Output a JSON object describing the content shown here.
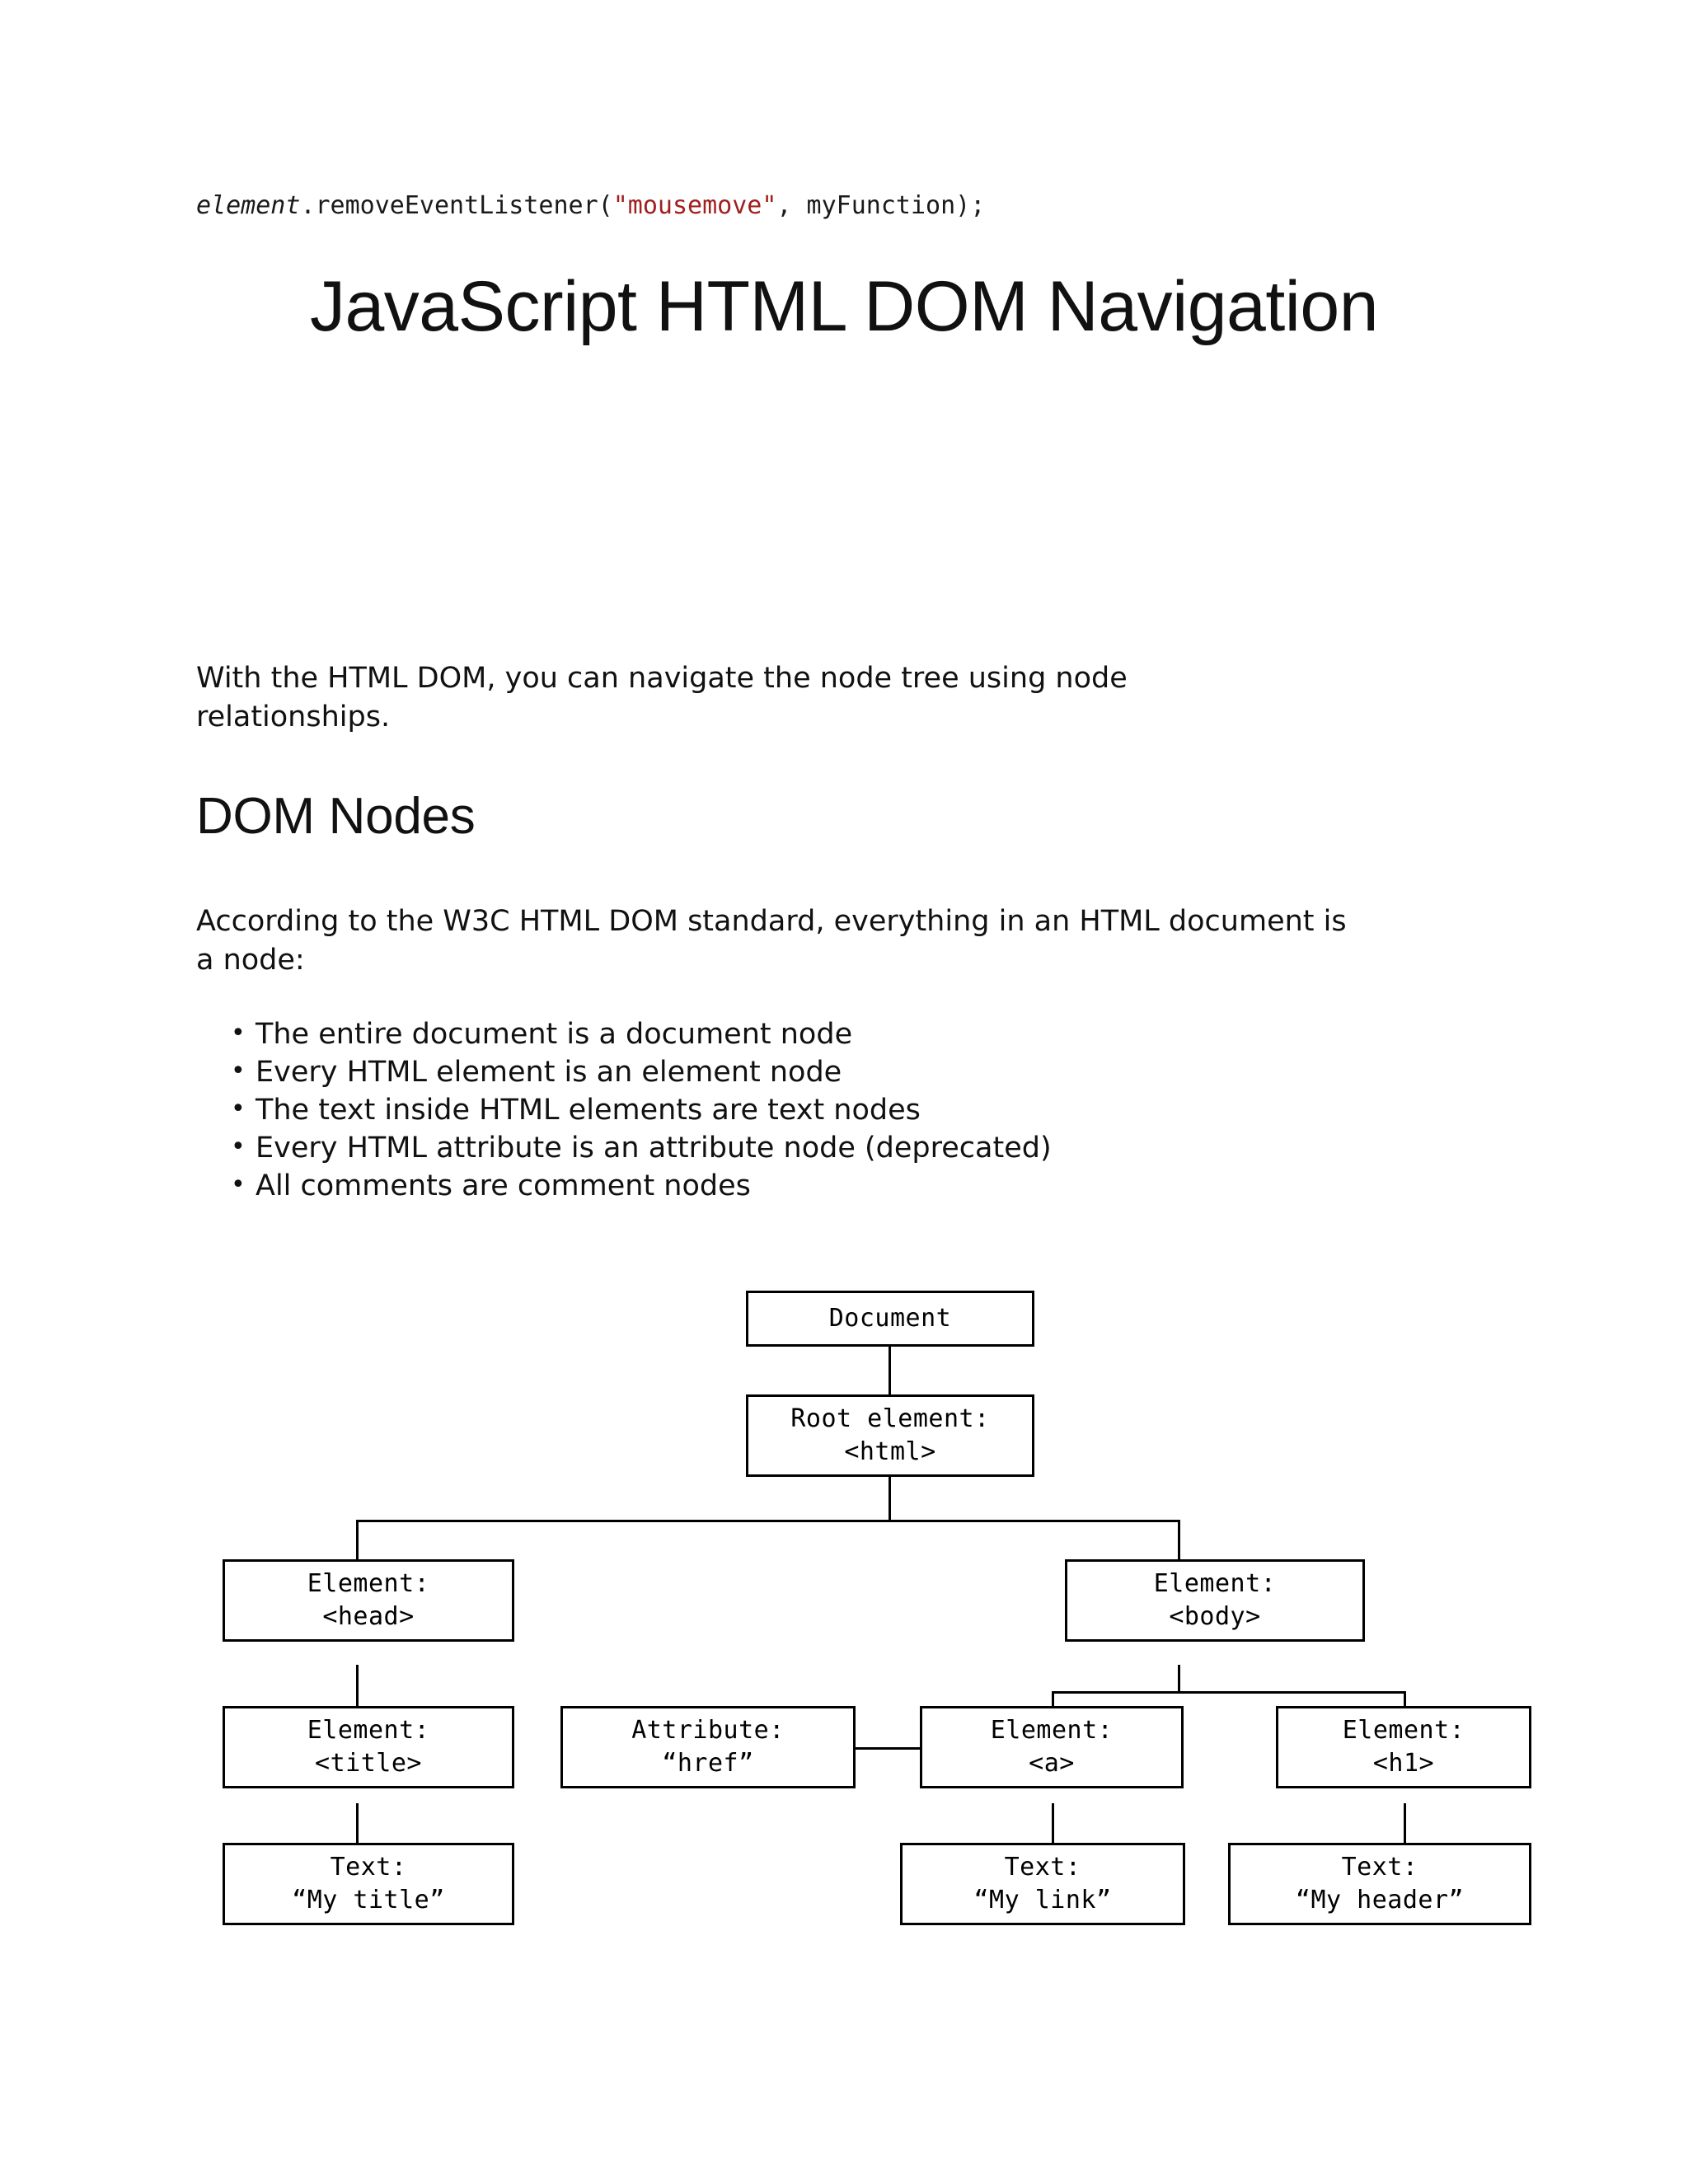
{
  "code_snippet": {
    "prefix_italic": "element",
    "middle": ".removeEventListener(",
    "string": "\"mousemove\"",
    "suffix": ", myFunction);"
  },
  "title": "JavaScript HTML DOM Navigation",
  "intro_paragraph": "With the HTML DOM, you can navigate the node tree using node relationships.",
  "section_heading": "DOM Nodes",
  "section_paragraph": "According to the W3C HTML DOM standard, everything in an HTML document is a node:",
  "bullets": [
    "The entire document is a document node",
    "Every HTML element is an element node",
    "The text inside HTML elements are text nodes",
    "Every HTML attribute is an attribute node (deprecated)",
    "All comments are comment nodes"
  ],
  "diagram": {
    "nodes": [
      {
        "id": "document",
        "line1": "Document",
        "line2": ""
      },
      {
        "id": "root",
        "line1": "Root element:",
        "line2": "<html>"
      },
      {
        "id": "head",
        "line1": "Element:",
        "line2": "<head>"
      },
      {
        "id": "body",
        "line1": "Element:",
        "line2": "<body>"
      },
      {
        "id": "title",
        "line1": "Element:",
        "line2": "<title>"
      },
      {
        "id": "attribute",
        "line1": "Attribute:",
        "line2": "“href”"
      },
      {
        "id": "anchor",
        "line1": "Element:",
        "line2": "<a>"
      },
      {
        "id": "h1",
        "line1": "Element:",
        "line2": "<h1>"
      },
      {
        "id": "text-title",
        "line1": "Text:",
        "line2": "“My title”"
      },
      {
        "id": "text-link",
        "line1": "Text:",
        "line2": "“My link”"
      },
      {
        "id": "text-head",
        "line1": "Text:",
        "line2": "“My header”"
      }
    ]
  },
  "colors": {
    "text": "#111111",
    "string_literal": "#a02020",
    "diagram_stroke": "#000000",
    "page_background": "#ffffff"
  }
}
